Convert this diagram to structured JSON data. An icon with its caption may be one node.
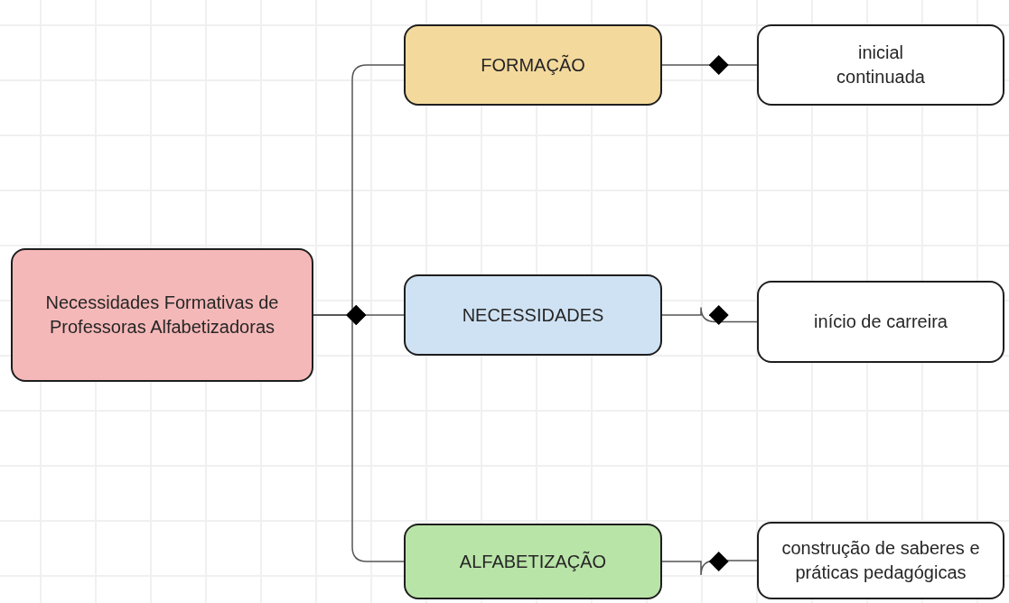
{
  "diagram": {
    "nodes": [
      {
        "text": [
          "Necessidades Formativas de Professoras Alfabetizadoras"
        ]
      },
      {
        "text": [
          "FORMAÇÃO"
        ]
      },
      {
        "text": [
          "NECESSIDADES"
        ]
      },
      {
        "text": [
          "ALFABETIZAÇÃO"
        ]
      },
      {
        "text": [
          "inicial",
          "continuada"
        ]
      },
      {
        "text": [
          "início de carreira"
        ]
      },
      {
        "text": [
          "construção de saberes e práticas pedagógicas"
        ]
      }
    ],
    "edges": [
      {
        "from": 0,
        "to": 1,
        "arrow": "other"
      },
      {
        "from": 0,
        "to": 2,
        "arrow": "other"
      },
      {
        "from": 0,
        "to": 3,
        "arrow": "other"
      },
      {
        "from": 1,
        "to": 4,
        "arrow": "other"
      },
      {
        "from": 2,
        "to": 5,
        "arrow": "other"
      },
      {
        "from": 3,
        "to": 6,
        "arrow": "other"
      }
    ]
  }
}
